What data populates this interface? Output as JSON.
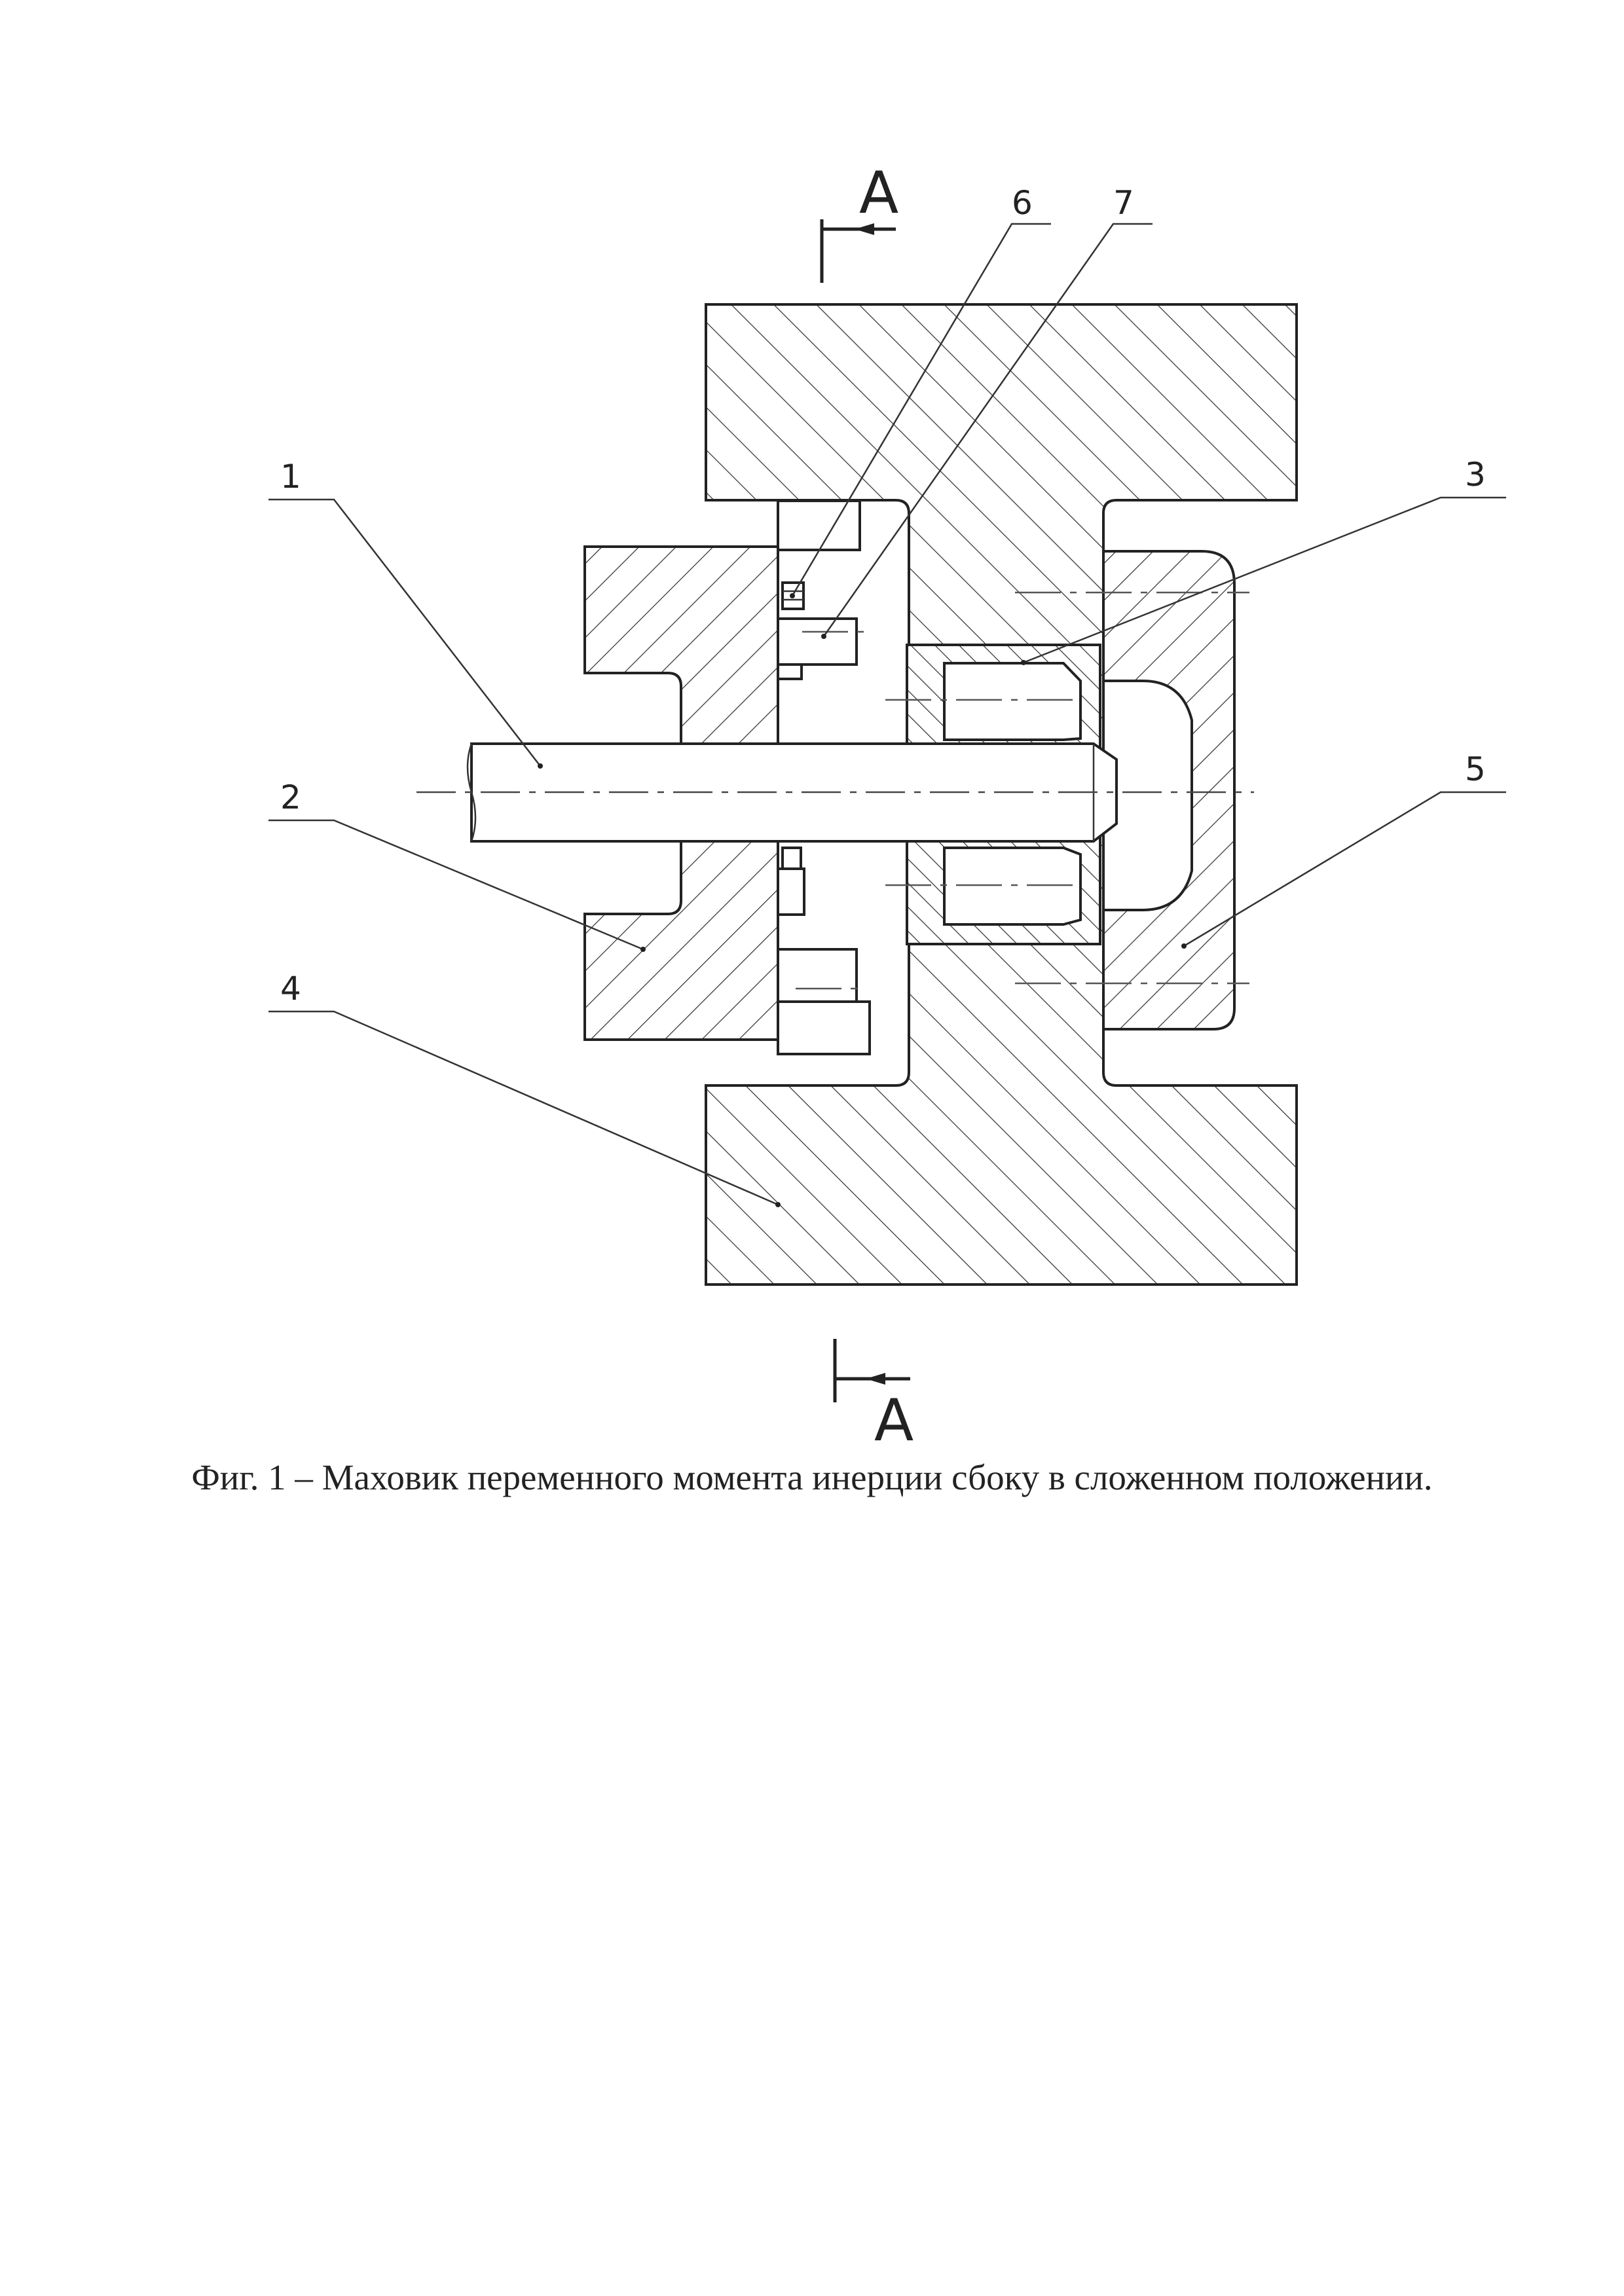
{
  "section": {
    "letter": "А"
  },
  "callouts": [
    {
      "id": "1",
      "label": "1"
    },
    {
      "id": "2",
      "label": "2"
    },
    {
      "id": "3",
      "label": "3"
    },
    {
      "id": "4",
      "label": "4"
    },
    {
      "id": "5",
      "label": "5"
    },
    {
      "id": "6",
      "label": "6"
    },
    {
      "id": "7",
      "label": "7"
    }
  ],
  "caption": "Фиг. 1 – Маховик переменного момента инерции сбоку в сложенном положении."
}
